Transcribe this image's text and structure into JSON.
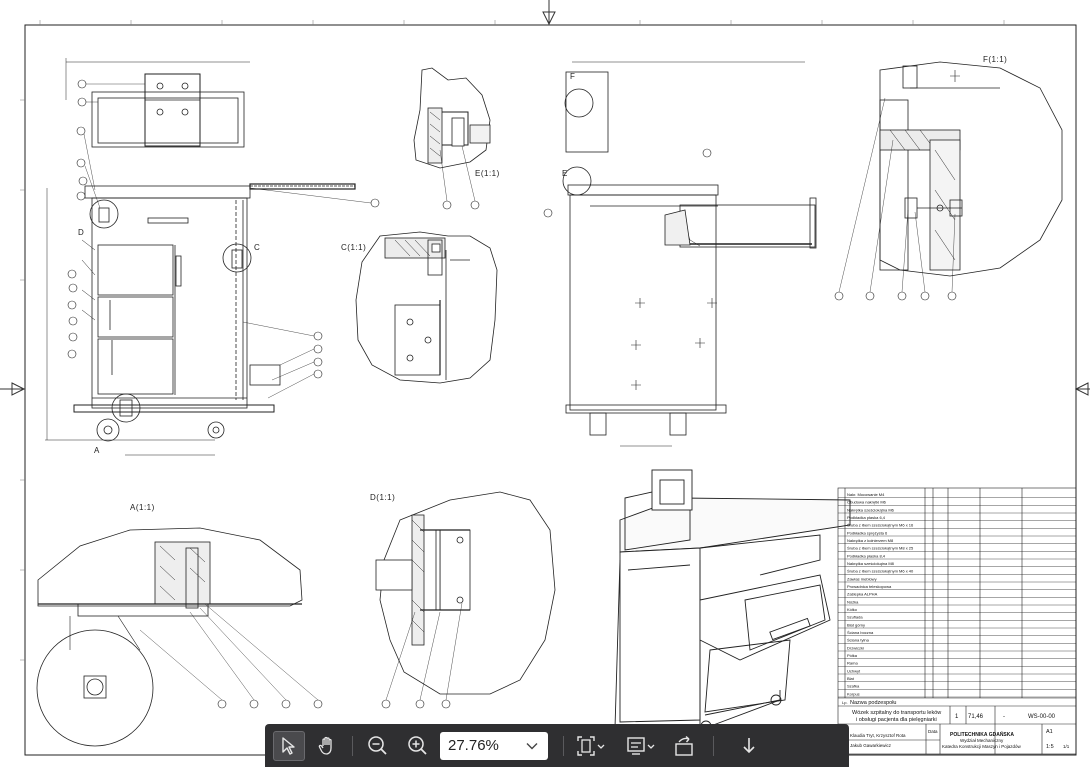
{
  "views": {
    "A": "A",
    "C": "C",
    "D": "D",
    "E": "E",
    "F": "F",
    "E_detail": "E(1:1)",
    "F_detail": "F(1:1)",
    "C_detail": "C(1:1)",
    "A_detail": "A(1:1)",
    "D_detail": "D(1:1)"
  },
  "title_block": {
    "heading_label": "Nazwa podzespołu",
    "title_line1": "Wózek szpitalny do transportu leków",
    "title_line2": "i obsługi pacjenta dla pielęgniarki",
    "drawing_number": "WS-00-00",
    "university": "POLITECHNIKA GDAŃSKA",
    "faculty": "Wydział Mechaniczny",
    "department": "Katedra Konstrukcji Maszyn i Pojazdów",
    "designer": "Klaudia Tryt, Krzysztof Rota",
    "checker": "Jakub Gawarkiewicz",
    "scale": "1:5",
    "format": "A1",
    "mass": "71,46",
    "dash": "-",
    "qty": "1",
    "lp_label": "Lp.",
    "date_label": "Data",
    "sheet_value": "1/1"
  },
  "parts_rows": [
    "Nakr. Mocowanie M4",
    "Obudowa nakrętki M6",
    "Nakrętka sześciokątna M6",
    "Podkładka płaska 6,4",
    "Śruba z łbem sześciokątnym M6 x 16",
    "Podkładka sprężysta 6",
    "Nakrętka z kołnierzem M8",
    "Śruba z łbem sześciokątnym M8 x 25",
    "Podkładka płaska 8,4",
    "Nakrętka sześciokątna M8",
    "Śruba z łbem sześciokątnym M6 x 40",
    "Zawias meblowy",
    "Prowadnica teleskopowa",
    "Zaślepka ALPHA",
    "Nóżka",
    "Kółko",
    "Szuflada",
    "Blat górny",
    "Ściana boczna",
    "Ściana tylna",
    "Drzwiczki",
    "Półka",
    "Rama",
    "Uchwyt",
    "Blat",
    "Szafka",
    "Korpus"
  ],
  "toolbar": {
    "zoom_value": "27.76%"
  }
}
